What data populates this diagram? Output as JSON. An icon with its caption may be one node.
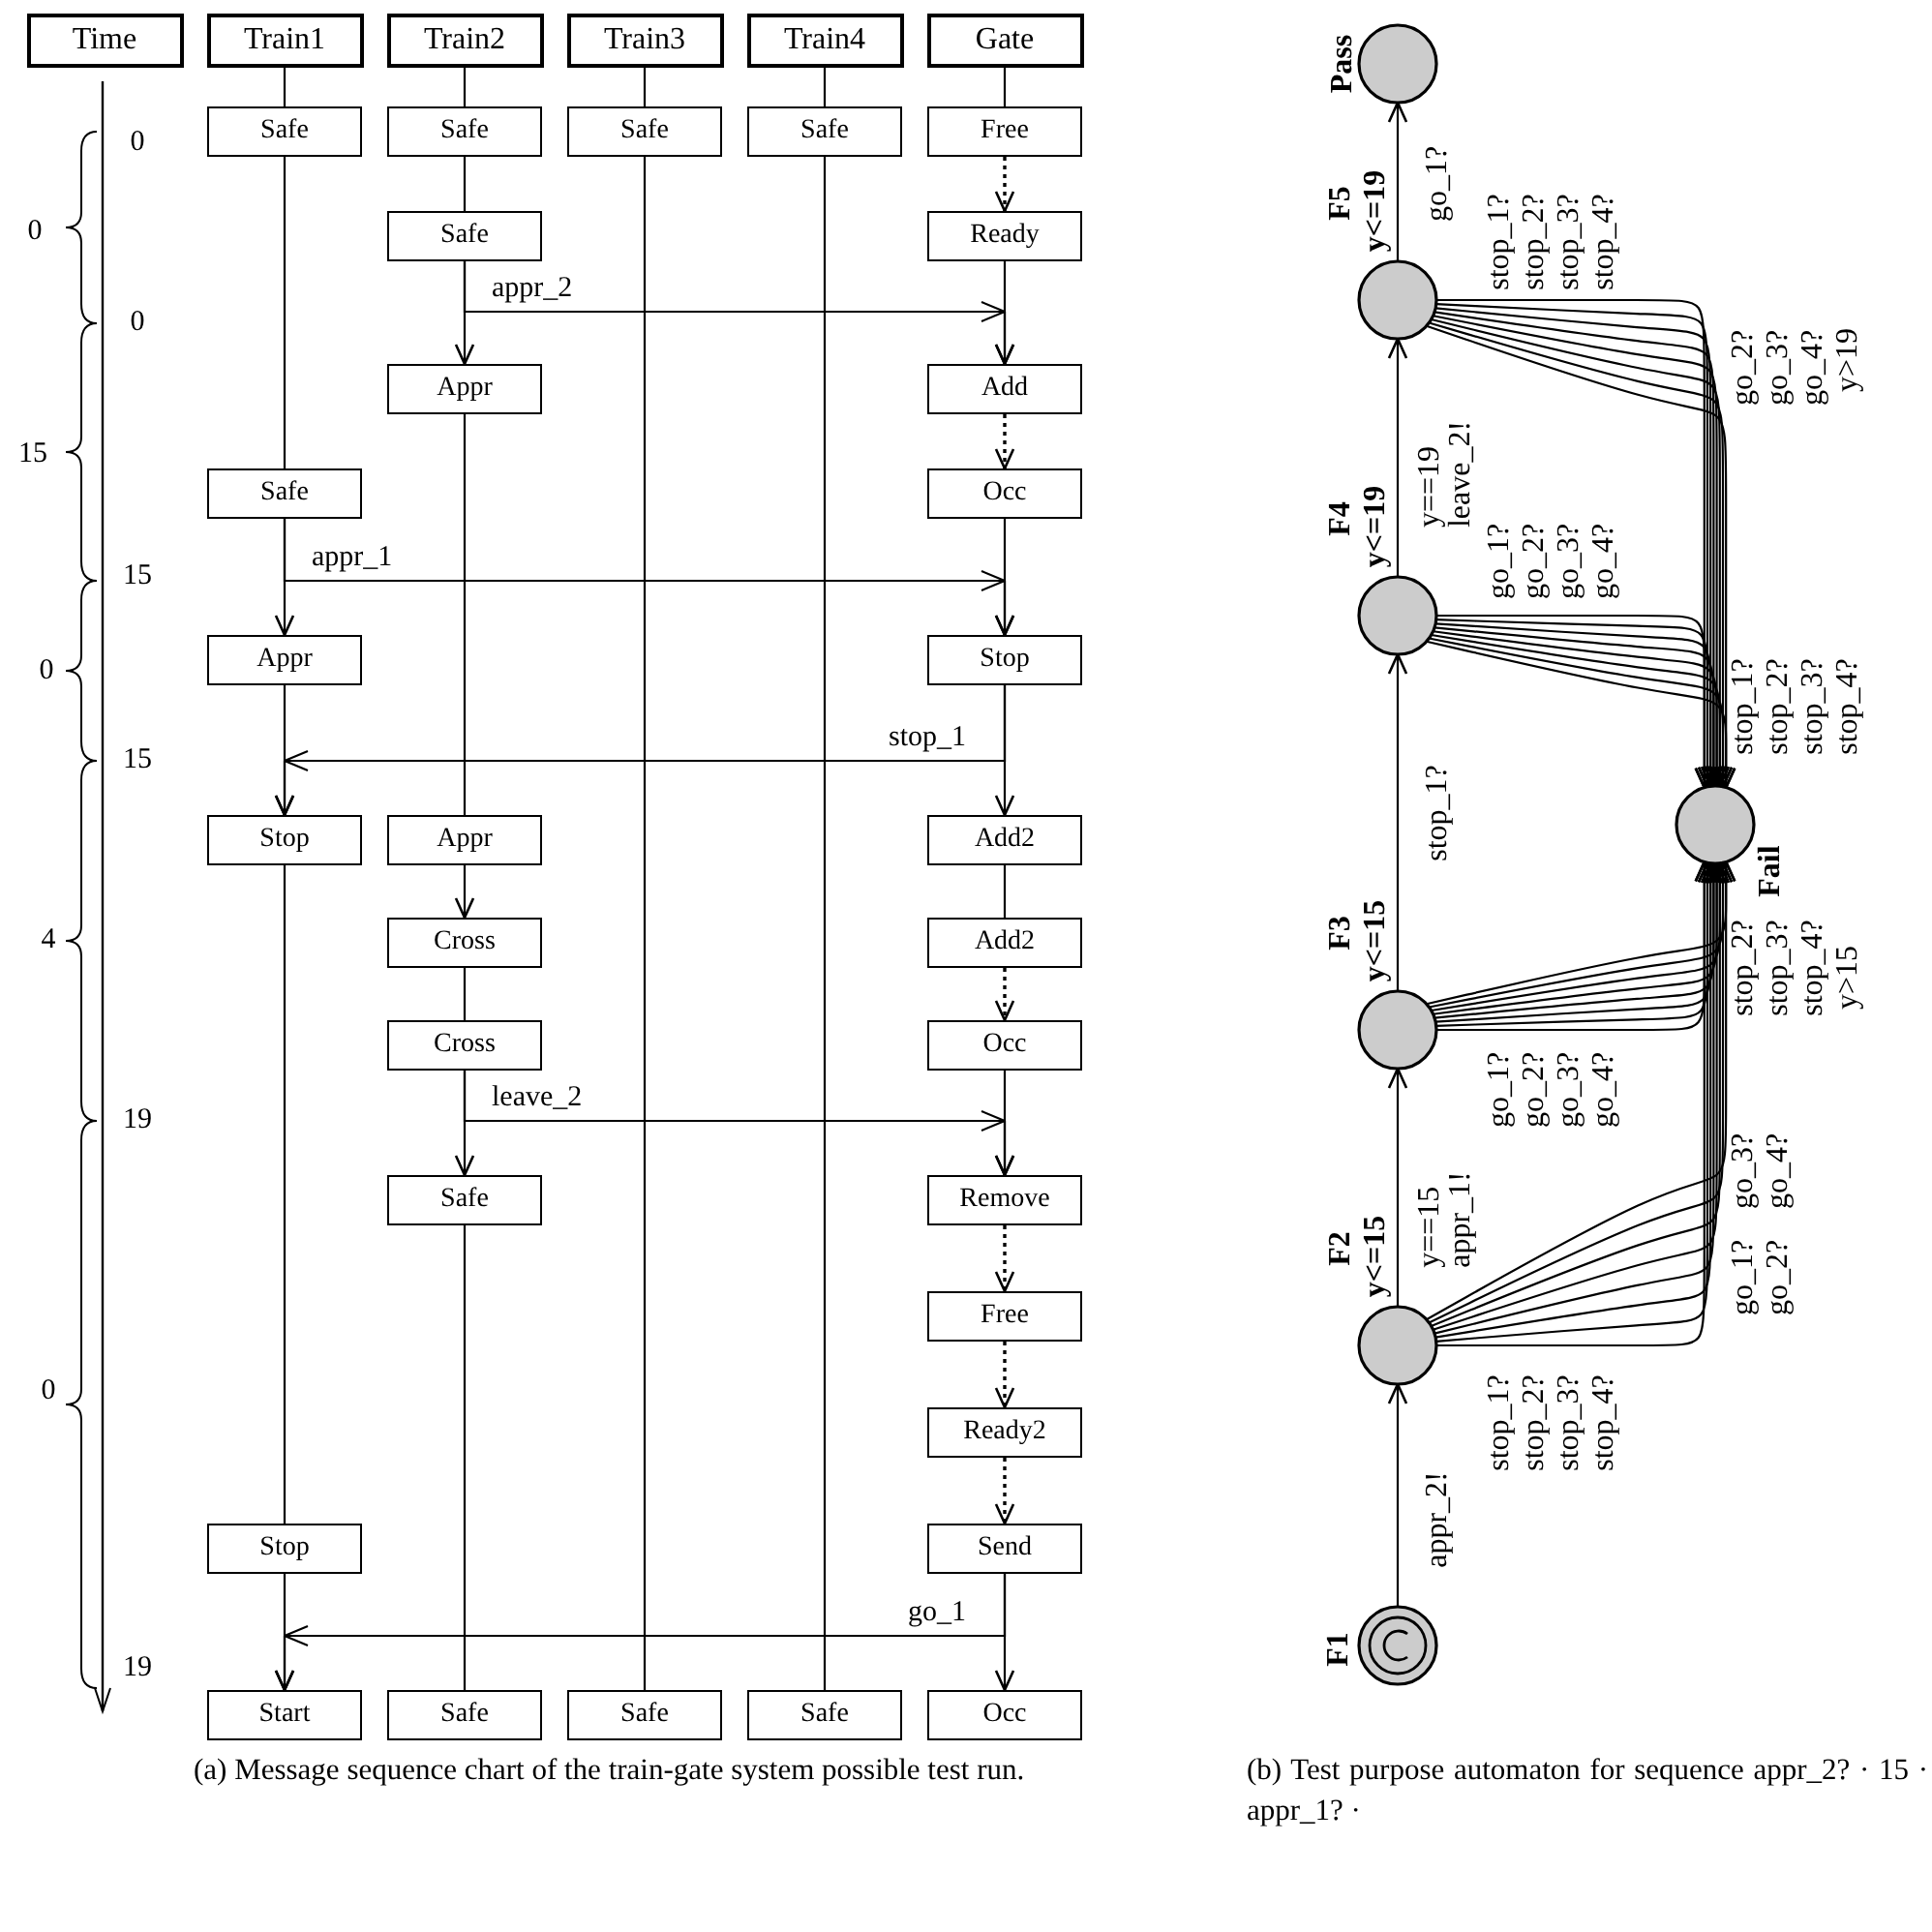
{
  "diagram": {
    "nodes": [
      {
        "text": [
          "Time"
        ]
      },
      {
        "text": [
          "Train1"
        ]
      },
      {
        "text": [
          "Train2"
        ]
      },
      {
        "text": [
          "Train3"
        ]
      },
      {
        "text": [
          "Train4"
        ]
      },
      {
        "text": [
          "Gate"
        ]
      },
      {
        "text": [
          "Safe"
        ]
      },
      {
        "text": [
          "Safe"
        ]
      },
      {
        "text": [
          "Safe"
        ]
      },
      {
        "text": [
          "Safe"
        ]
      },
      {
        "text": [
          "Free"
        ]
      },
      {
        "text": [
          "Safe"
        ]
      },
      {
        "text": [
          "Ready"
        ]
      },
      {
        "text": [
          "Appr"
        ]
      },
      {
        "text": [
          "Add"
        ]
      },
      {
        "text": [
          "Safe"
        ]
      },
      {
        "text": [
          "Occ"
        ]
      },
      {
        "text": [
          "Appr"
        ]
      },
      {
        "text": [
          "Stop"
        ]
      },
      {
        "text": [
          "Stop"
        ]
      },
      {
        "text": [
          "Appr"
        ]
      },
      {
        "text": [
          "Add2"
        ]
      },
      {
        "text": [
          "Cross"
        ]
      },
      {
        "text": [
          "Add2"
        ]
      },
      {
        "text": [
          "Cross"
        ]
      },
      {
        "text": [
          "Occ"
        ]
      },
      {
        "text": [
          "Safe"
        ]
      },
      {
        "text": [
          "Remove"
        ]
      },
      {
        "text": [
          "Free"
        ]
      },
      {
        "text": [
          "Ready2"
        ]
      },
      {
        "text": [
          "Stop"
        ]
      },
      {
        "text": [
          "Send"
        ]
      },
      {
        "text": [
          "Start"
        ]
      },
      {
        "text": [
          "Safe"
        ]
      },
      {
        "text": [
          "Safe"
        ]
      },
      {
        "text": [
          "Safe"
        ]
      },
      {
        "text": [
          "Occ"
        ]
      },
      {
        "text": [
          "Pass"
        ]
      },
      {
        "text": [
          "F5",
          "y<=19"
        ]
      },
      {
        "text": [
          "F4",
          "y<=19"
        ]
      },
      {
        "text": [
          "Fail"
        ]
      },
      {
        "text": [
          "F3",
          "y<=15"
        ]
      },
      {
        "text": [
          "F2",
          "y<=15"
        ]
      },
      {
        "text": [
          "F1"
        ]
      }
    ],
    "edges": [
      {
        "from": 1,
        "to": 6,
        "arrow": "none"
      },
      {
        "from": 2,
        "to": 7,
        "arrow": "none"
      },
      {
        "from": 3,
        "to": 8,
        "arrow": "none"
      },
      {
        "from": 4,
        "to": 9,
        "arrow": "none"
      },
      {
        "from": 5,
        "to": 10,
        "arrow": "none"
      },
      {
        "from": 6,
        "to": 15,
        "arrow": "none"
      },
      {
        "from": 15,
        "to": 17,
        "arrow": "to"
      },
      {
        "from": 17,
        "to": 19,
        "arrow": "to"
      },
      {
        "from": 19,
        "to": 30,
        "arrow": "none"
      },
      {
        "from": 30,
        "to": 32,
        "arrow": "to"
      },
      {
        "from": 7,
        "to": 11,
        "arrow": "none"
      },
      {
        "from": 11,
        "to": 13,
        "arrow": "to"
      },
      {
        "from": 13,
        "to": 20,
        "arrow": "none"
      },
      {
        "from": 20,
        "to": 22,
        "arrow": "to"
      },
      {
        "from": 22,
        "to": 24,
        "arrow": "none"
      },
      {
        "from": 24,
        "to": 26,
        "arrow": "to"
      },
      {
        "from": 26,
        "to": 33,
        "arrow": "none"
      },
      {
        "from": 8,
        "to": 34,
        "arrow": "none"
      },
      {
        "from": 9,
        "to": 35,
        "arrow": "none"
      },
      {
        "from": 10,
        "to": 12,
        "arrow": "to",
        "style": "dashed"
      },
      {
        "from": 12,
        "to": 14,
        "arrow": "to"
      },
      {
        "from": 14,
        "to": 16,
        "arrow": "to",
        "style": "dashed"
      },
      {
        "from": 16,
        "to": 18,
        "arrow": "to"
      },
      {
        "from": 18,
        "to": 21,
        "arrow": "to"
      },
      {
        "from": 21,
        "to": 23,
        "arrow": "none"
      },
      {
        "from": 23,
        "to": 25,
        "arrow": "to",
        "style": "dashed"
      },
      {
        "from": 25,
        "to": 27,
        "arrow": "to"
      },
      {
        "from": 27,
        "to": 28,
        "arrow": "to",
        "style": "dashed"
      },
      {
        "from": 28,
        "to": 29,
        "arrow": "to",
        "style": "dashed"
      },
      {
        "from": 29,
        "to": 31,
        "arrow": "to",
        "style": "dashed"
      },
      {
        "from": 31,
        "to": 36,
        "arrow": "to"
      },
      {
        "from": 11,
        "to": 14,
        "arrow": "to",
        "label": "appr_2"
      },
      {
        "from": 15,
        "to": 18,
        "arrow": "to",
        "label": "appr_1"
      },
      {
        "from": 18,
        "to": 19,
        "arrow": "to",
        "label": "stop_1"
      },
      {
        "from": 24,
        "to": 27,
        "arrow": "to",
        "label": "leave_2"
      },
      {
        "from": 31,
        "to": 32,
        "arrow": "to",
        "label": "go_1"
      },
      {
        "from": 43,
        "to": 42,
        "arrow": "to",
        "label": "appr_2!"
      },
      {
        "from": 42,
        "to": 41,
        "arrow": "to",
        "label": "y==15 appr_1!"
      },
      {
        "from": 41,
        "to": 39,
        "arrow": "to",
        "label": "stop_1?"
      },
      {
        "from": 39,
        "to": 38,
        "arrow": "to",
        "label": "y==19 leave_2!"
      },
      {
        "from": 38,
        "to": 37,
        "arrow": "to",
        "label": "go_1?"
      },
      {
        "from": 38,
        "to": 40,
        "arrow": "to",
        "label": "stop_1?"
      },
      {
        "from": 38,
        "to": 40,
        "arrow": "to",
        "label": "stop_2?"
      },
      {
        "from": 38,
        "to": 40,
        "arrow": "to",
        "label": "stop_3?"
      },
      {
        "from": 38,
        "to": 40,
        "arrow": "to",
        "label": "stop_4?"
      },
      {
        "from": 38,
        "to": 40,
        "arrow": "to",
        "label": "go_2?"
      },
      {
        "from": 38,
        "to": 40,
        "arrow": "to",
        "label": "go_3?"
      },
      {
        "from": 38,
        "to": 40,
        "arrow": "to",
        "label": "go_4?"
      },
      {
        "from": 38,
        "to": 40,
        "arrow": "to",
        "label": "y>19"
      },
      {
        "from": 39,
        "to": 40,
        "arrow": "to",
        "label": "go_1?"
      },
      {
        "from": 39,
        "to": 40,
        "arrow": "to",
        "label": "go_2?"
      },
      {
        "from": 39,
        "to": 40,
        "arrow": "to",
        "label": "go_3?"
      },
      {
        "from": 39,
        "to": 40,
        "arrow": "to",
        "label": "go_4?"
      },
      {
        "from": 39,
        "to": 40,
        "arrow": "to",
        "label": "stop_1?"
      },
      {
        "from": 39,
        "to": 40,
        "arrow": "to",
        "label": "stop_2?"
      },
      {
        "from": 39,
        "to": 40,
        "arrow": "to",
        "label": "stop_3?"
      },
      {
        "from": 39,
        "to": 40,
        "arrow": "to",
        "label": "stop_4?"
      },
      {
        "from": 41,
        "to": 40,
        "arrow": "to",
        "label": "go_1?"
      },
      {
        "from": 41,
        "to": 40,
        "arrow": "to",
        "label": "go_2?"
      },
      {
        "from": 41,
        "to": 40,
        "arrow": "to",
        "label": "go_3?"
      },
      {
        "from": 41,
        "to": 40,
        "arrow": "to",
        "label": "go_4?"
      },
      {
        "from": 41,
        "to": 40,
        "arrow": "to",
        "label": "stop_2?"
      },
      {
        "from": 41,
        "to": 40,
        "arrow": "to",
        "label": "stop_3?"
      },
      {
        "from": 41,
        "to": 40,
        "arrow": "to",
        "label": "stop_4?"
      },
      {
        "from": 41,
        "to": 40,
        "arrow": "to",
        "label": "y>15"
      },
      {
        "from": 42,
        "to": 40,
        "arrow": "to",
        "label": "stop_1?"
      },
      {
        "from": 42,
        "to": 40,
        "arrow": "to",
        "label": "stop_2?"
      },
      {
        "from": 42,
        "to": 40,
        "arrow": "to",
        "label": "stop_3?"
      },
      {
        "from": 42,
        "to": 40,
        "arrow": "to",
        "label": "stop_4?"
      },
      {
        "from": 42,
        "to": 40,
        "arrow": "to",
        "label": "go_1?"
      },
      {
        "from": 42,
        "to": 40,
        "arrow": "to",
        "label": "go_2?"
      },
      {
        "from": 42,
        "to": 40,
        "arrow": "to",
        "label": "go_3?"
      },
      {
        "from": 42,
        "to": 40,
        "arrow": "to",
        "label": "go_4?"
      }
    ],
    "labels": [
      "0",
      "0",
      "0",
      "15",
      "15",
      "0",
      "15",
      "4",
      "19",
      "0",
      "19",
      "(a) Message sequence chart of the train-gate system possible test run.",
      "(b) Test purpose automaton for sequence appr_2? · 15 · appr_1? ·"
    ]
  }
}
